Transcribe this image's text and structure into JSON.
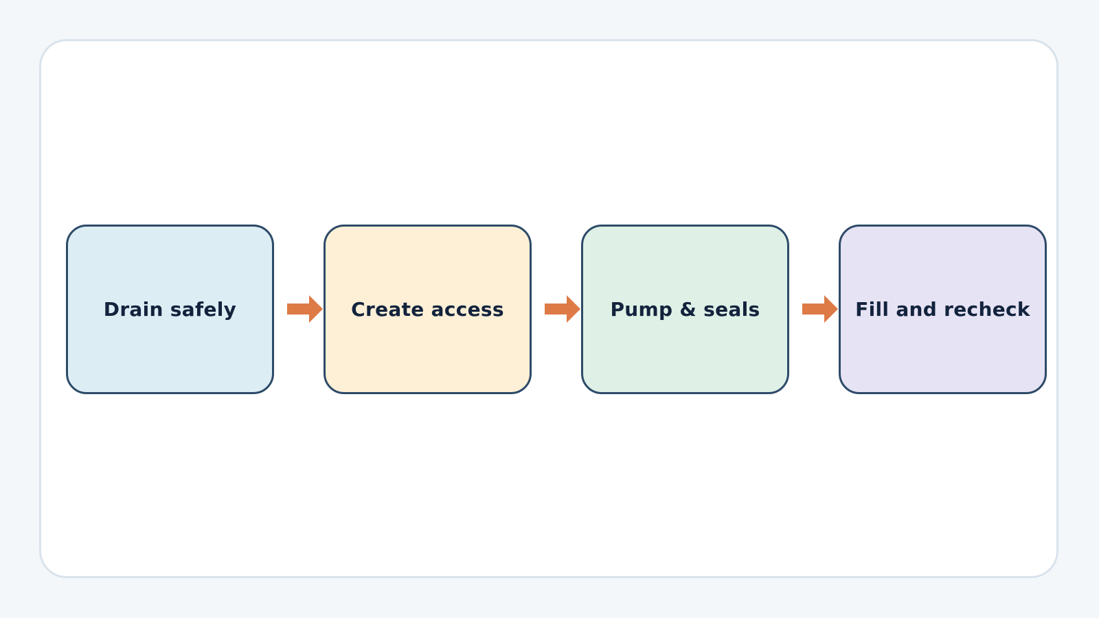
{
  "diagram": {
    "steps": [
      {
        "label": "Drain safely",
        "fill": "#dcedf4"
      },
      {
        "label": "Create access",
        "fill": "#fdf0d6"
      },
      {
        "label": "Pump & seals",
        "fill": "#dff0e6"
      },
      {
        "label": "Fill and recheck",
        "fill": "#e6e3f5"
      }
    ],
    "colors": {
      "background": "#f3f7fa",
      "panel": "#ffffff",
      "panel_border": "#d9e3ec",
      "box_border": "#2d4a68",
      "text": "#13233d",
      "arrow": "#dd7a45"
    }
  }
}
